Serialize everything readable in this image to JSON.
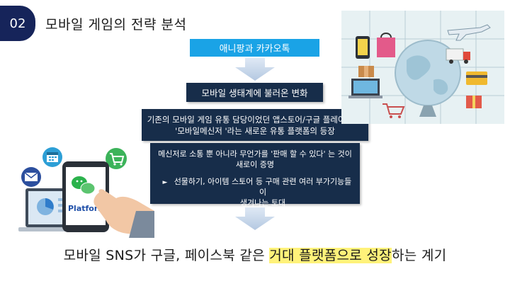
{
  "header": {
    "number": "02",
    "title": "모바일 게임의 전략 분석"
  },
  "flow": {
    "top_label": "애니팡과 카카오톡",
    "box2": "모바일 생태계에 불러온 변화",
    "box3_line1": "기존의 모바일 게임 유통 담당이었던 앱스토어/구글 플레이 외에",
    "box3_line2": "'모바일메신저 '라는 새로운 유통 플랫폼의 등장",
    "box4_para_line1": "메신저로 소통 뿐 아니라 무언가를  '판매 할 수 있다' 는 것이",
    "box4_para_line2": "새로이 증명",
    "box4_bullet_mark": "►",
    "box4_bullet_line1": "선물하기, 아이템 스토어 등 구매 관련 여러 부가기능들이",
    "box4_bullet_line2": "생겨나는 토대"
  },
  "conclusion": {
    "part1": "모바일 SNS가 구글, 페이스북 같은 ",
    "highlight": "거대 플랫폼으로 성장",
    "part2": "하는 계기"
  },
  "illustration_left": {
    "phone_label": "Platform"
  },
  "colors": {
    "navy": "#16245a",
    "accent_blue": "#1aa3e6",
    "dark_box": "#172d4a",
    "highlight": "#fff27a"
  }
}
